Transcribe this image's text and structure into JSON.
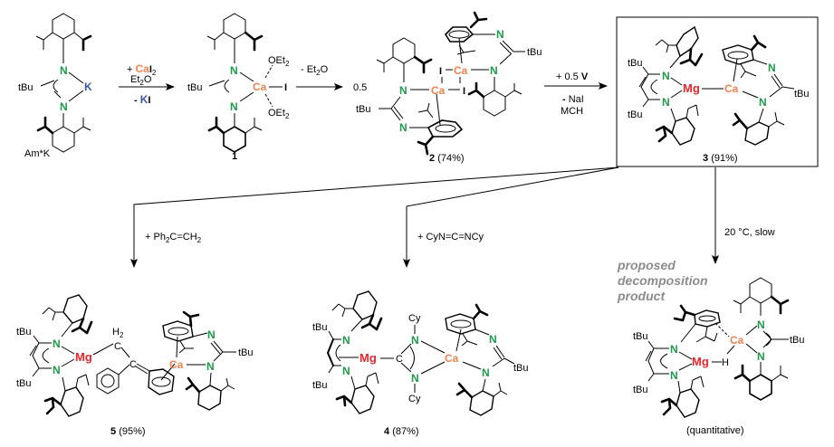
{
  "colors": {
    "nitrogen": "#1e9a4a",
    "calcium": "#f2834e",
    "magnesium": "#e8262b",
    "potassium": "#3a56a8",
    "annotation_grey": "#8c8c8c"
  },
  "compounds": {
    "amk": {
      "label": "Am*K",
      "tbu": "tBu",
      "n": "N",
      "k": "K"
    },
    "c1": {
      "number": "1",
      "tbu": "tBu",
      "n": "N",
      "ca": "Ca",
      "i": "I",
      "oet2": "OEt",
      "sub2": "2"
    },
    "c2": {
      "number": "2",
      "yield": "(74%)",
      "coef": "0.5",
      "tbu": "tBu",
      "n": "N",
      "ca": "Ca",
      "i": "I"
    },
    "c3": {
      "number": "3",
      "yield": "(91%)",
      "tbu": "tBu",
      "n": "N",
      "mg": "Mg",
      "ca": "Ca"
    },
    "c5": {
      "number": "5",
      "yield": "(95%)",
      "tbu": "tBu",
      "n": "N",
      "mg": "Mg",
      "ca": "Ca",
      "c": "C",
      "h2": "H"
    },
    "c4": {
      "number": "4",
      "yield": "(87%)",
      "tbu": "tBu",
      "n": "N",
      "mg": "Mg",
      "ca": "Ca",
      "c": "C",
      "cy": "Cy"
    },
    "decomp": {
      "title_line1": "proposed",
      "title_line2": "decomposition",
      "title_line3": "product",
      "yield": "(quantitative)",
      "tbu": "tBu",
      "n": "N",
      "mg": "Mg",
      "ca": "Ca",
      "h": "H"
    }
  },
  "reactions": {
    "step1": {
      "above_plus": "+ ",
      "above_ca": "Ca",
      "above_i": "I",
      "above_sub": "2",
      "above2": "Et",
      "above2_sub": "2",
      "above2_o": "O",
      "below_minus": "- ",
      "below_k": "K",
      "below_i": "I"
    },
    "step2": {
      "above": "- Et",
      "above_sub": "2",
      "above_o": "O"
    },
    "step3": {
      "above_plus": "+ 0.5 ",
      "above_v": "V",
      "below1_minus": "- ",
      "below1": "NaI",
      "below2": "MCH"
    },
    "to5": {
      "reagent": "+ Ph",
      "sub": "2",
      "rest": "C=CH",
      "sub2": "2"
    },
    "to4": {
      "reagent": "+ CyN=C=NCy"
    },
    "toDecomp": {
      "conditions": "20 °C, slow"
    }
  }
}
